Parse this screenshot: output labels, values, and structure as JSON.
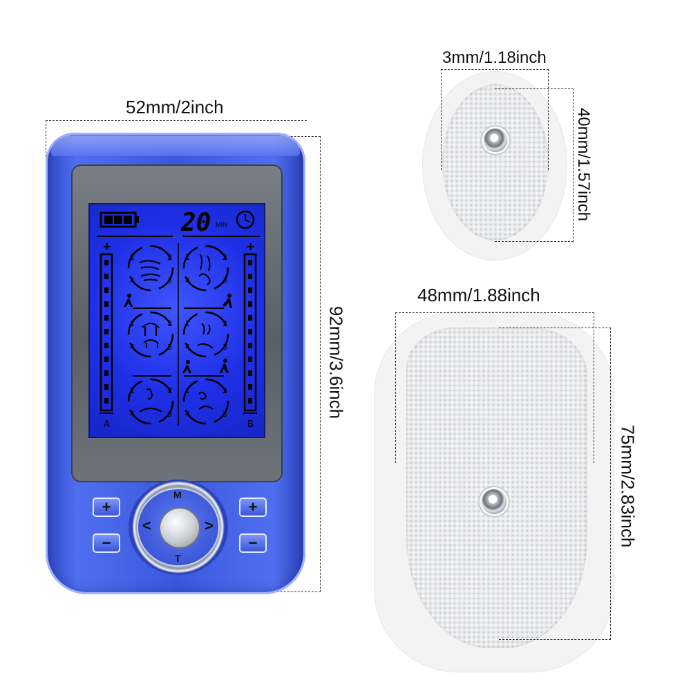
{
  "dimensions": {
    "device_width": "52mm/2inch",
    "device_height": "92mm/3.6inch",
    "small_pad_width": "3mm/1.18inch",
    "small_pad_height": "40mm/1.57inch",
    "large_pad_width": "48mm/1.88inch",
    "large_pad_height": "75mm/2.83inch"
  },
  "display": {
    "timer_value": "20",
    "timer_unit": "MIN",
    "channel_a": "A",
    "channel_b": "B",
    "plus_sign": "+",
    "zone_numbers": [
      "1",
      "2",
      "4",
      "3"
    ]
  },
  "controls": {
    "left_plus": "+",
    "left_minus": "−",
    "right_plus": "+",
    "right_minus": "−",
    "mode_label": "M",
    "timer_label": "T",
    "prev_label": "<",
    "next_label": ">"
  },
  "colors": {
    "device_blue": "#3a58dc",
    "lcd_blue": "#1f2fe6",
    "pad_white": "#e9eaec"
  }
}
